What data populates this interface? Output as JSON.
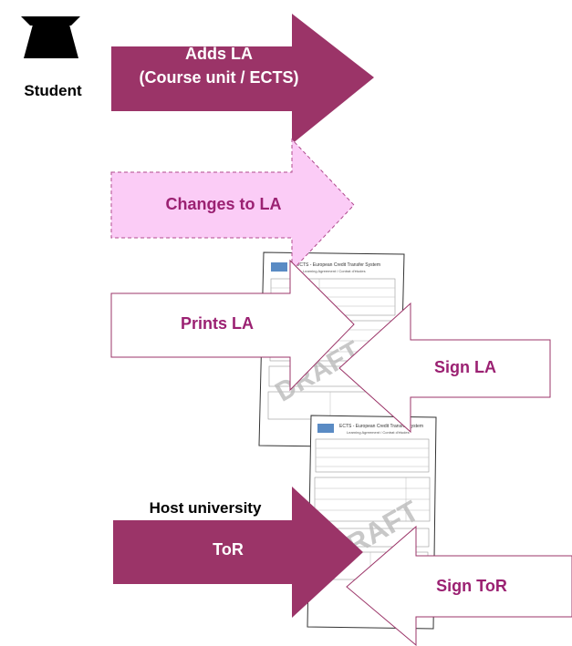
{
  "actors": {
    "student": "Student",
    "host": "Host university"
  },
  "arrows": {
    "adds_la_line1": "Adds LA",
    "adds_la_line2": "(Course unit / ECTS)",
    "changes_la": "Changes to LA",
    "prints_la": "Prints LA",
    "sign_la": "Sign LA",
    "tor": "ToR",
    "sign_tor": "Sign ToR"
  },
  "documents": {
    "system_title": "ECTS - European Credit Transfer System",
    "subtitle": "Learning Agreement / Contrat d'études",
    "watermark": "DRAFT"
  },
  "colors": {
    "plum_fill": "#9b3468",
    "plum_text": "#9b2172",
    "dashed_fill": "#fbccf6",
    "dashed_stroke": "#b04a8e",
    "outline_stroke": "#9b3468"
  }
}
